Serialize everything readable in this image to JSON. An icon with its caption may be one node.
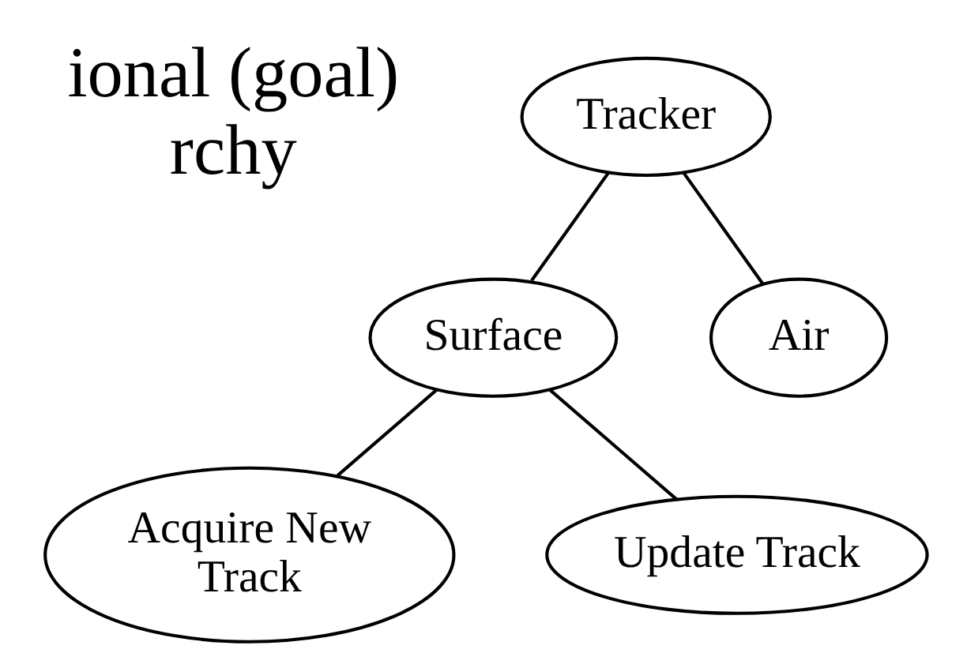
{
  "diagram": {
    "nodes": [
      {
        "text": [
          "Tracker"
        ]
      },
      {
        "text": [
          "Surface"
        ]
      },
      {
        "text": [
          "Air"
        ]
      },
      {
        "text": [
          "Acquire New Track"
        ]
      },
      {
        "text": [
          "Update Track"
        ]
      }
    ],
    "edges": [
      {
        "from": 0,
        "to": 1,
        "arrow": "none"
      },
      {
        "from": 0,
        "to": 2,
        "arrow": "none"
      },
      {
        "from": 1,
        "to": 3,
        "arrow": "none"
      },
      {
        "from": 1,
        "to": 4,
        "arrow": "none"
      }
    ],
    "labels": [
      "ional (goal) rchy"
    ]
  }
}
